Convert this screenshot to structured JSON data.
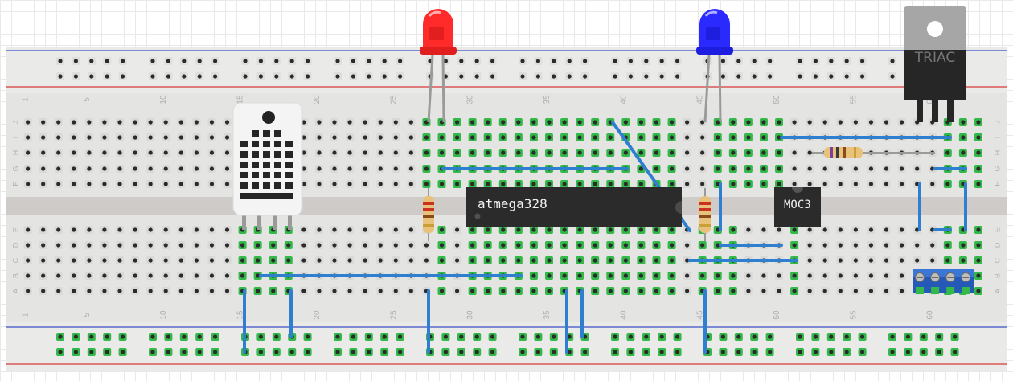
{
  "breadboard": {
    "columns": 63,
    "column_labels": [
      "1",
      "5",
      "10",
      "15",
      "20",
      "25",
      "30",
      "35",
      "40",
      "45",
      "50",
      "55",
      "60"
    ],
    "column_label_columns": [
      1,
      5,
      10,
      15,
      20,
      25,
      30,
      35,
      40,
      45,
      50,
      55,
      60
    ],
    "top_rows": [
      "J",
      "I",
      "H",
      "G",
      "F"
    ],
    "bottom_rows": [
      "E",
      "D",
      "C",
      "B",
      "A"
    ]
  },
  "components": {
    "microcontroller": {
      "label": "atmega328"
    },
    "optocoupler": {
      "label": "MOC3"
    },
    "triac": {
      "label": "TRIAC"
    }
  },
  "colors": {
    "board": "#e4e4e2",
    "channel": "#cfcbc8",
    "rail_red": "#d83a3a",
    "rail_blue": "#3a52c8",
    "hole": "#2b2b2b",
    "hole_connected": "#34b84a",
    "wire": "#2f7fd0",
    "led_red": "#ff2a2a",
    "led_blue": "#2a2aff",
    "chip": "#2b2b2b",
    "triac_body": "#262626",
    "triac_tab": "#a6a6a6",
    "sensor": "#f4f4f4",
    "resistor_body": "#e8c27a"
  }
}
